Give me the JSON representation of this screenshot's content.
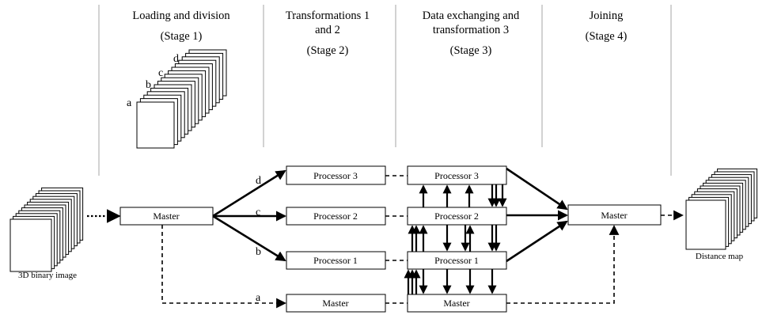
{
  "stages": [
    {
      "lines": [
        "Loading and division",
        "(Stage 1)"
      ]
    },
    {
      "lines": [
        "Transformations 1",
        "and  2",
        "",
        "(Stage 2)"
      ]
    },
    {
      "lines": [
        "Data exchanging and",
        "transformation 3",
        "",
        "(Stage 3)"
      ]
    },
    {
      "lines": [
        "Joining",
        "",
        "(Stage 4)"
      ]
    }
  ],
  "stack_letters": [
    "a",
    "b",
    "c",
    "d"
  ],
  "boxes": {
    "master_left": "Master",
    "t_proc3": "Processor 3",
    "t_proc2": "Processor 2",
    "t_proc1": "Processor 1",
    "t_master": "Master",
    "e_proc3": "Processor 3",
    "e_proc2": "Processor 2",
    "e_proc1": "Processor 1",
    "e_master": "Master",
    "master_right": "Master"
  },
  "branch_labels": {
    "d": "d",
    "c": "c",
    "b": "b",
    "a": "a"
  },
  "input_label": "3D binary image",
  "output_label": "Distance map"
}
